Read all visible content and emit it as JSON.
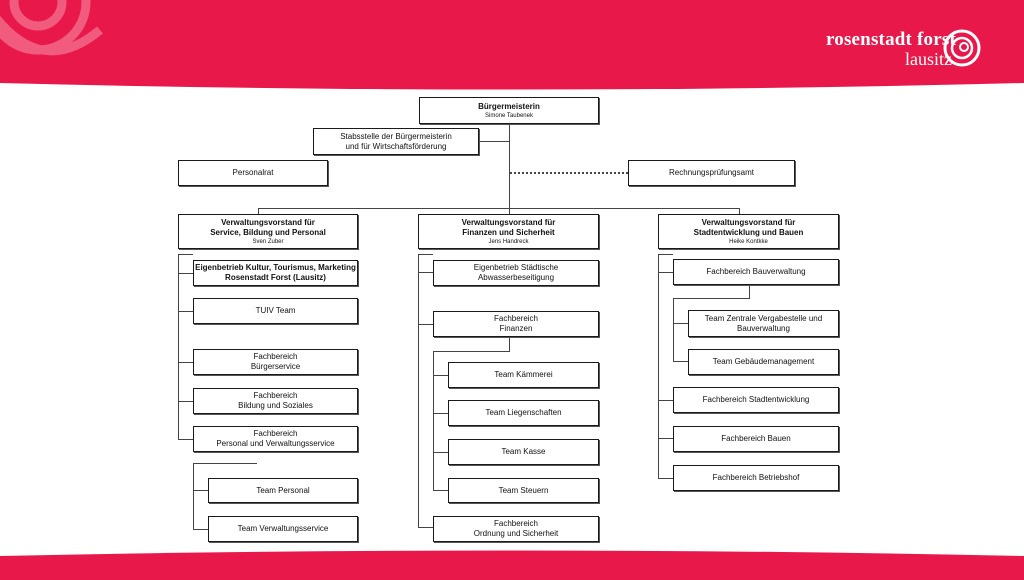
{
  "colors": {
    "brand": "#e8194a",
    "rose_decor": "#f05a7a"
  },
  "logo": {
    "line1": "rosenstadt forst",
    "line2": "lausitz"
  },
  "org": {
    "mayor": {
      "title": "Bürgermeisterin",
      "name": "Simone Taubenek"
    },
    "staff": {
      "line1": "Stabsstelle der Bürgermeisterin",
      "line2": "und für Wirtschaftsförderung"
    },
    "council": "Personalrat",
    "audit": "Rechnungsprüfungsamt",
    "col1": {
      "head1": "Verwaltungsvorstand für",
      "head2": "Service, Bildung und Personal",
      "name": "Sven Zuber",
      "b1": {
        "line1": "Eigenbetrieb Kultur, Tourismus, Marketing",
        "line2": "Rosenstadt Forst (Lausitz)"
      },
      "b2": "TUIV Team",
      "b3": {
        "line1": "Fachbereich",
        "line2": "Bürgerservice"
      },
      "b4": {
        "line1": "Fachbereich",
        "line2": "Bildung und Soziales"
      },
      "b5": {
        "line1": "Fachbereich",
        "line2": "Personal und Verwaltungsservice"
      },
      "s1": "Team Personal",
      "s2": "Team Verwaltungsservice"
    },
    "col2": {
      "head1": "Verwaltungsvorstand für",
      "head2": "Finanzen und Sicherheit",
      "name": "Jens Handreck",
      "b1": {
        "line1": "Eigenbetrieb Städtische",
        "line2": "Abwasserbeseitigung"
      },
      "b2": {
        "line1": "Fachbereich",
        "line2": "Finanzen"
      },
      "s1": "Team Kämmerei",
      "s2": "Team Liegenschaften",
      "s3": "Team Kasse",
      "s4": "Team Steuern",
      "b3": {
        "line1": "Fachbereich",
        "line2": "Ordnung und Sicherheit"
      }
    },
    "col3": {
      "head1": "Verwaltungsvorstand für",
      "head2": "Stadtentwicklung und Bauen",
      "name": "Heike Kontkke",
      "b1": "Fachbereich Bauverwaltung",
      "s1": {
        "line1": "Team Zentrale Vergabestelle und",
        "line2": "Bauverwaltung"
      },
      "s2": "Team Gebäudemanagement",
      "b2": "Fachbereich Stadtentwicklung",
      "b3": "Fachbereich Bauen",
      "b4": "Fachbereich Betriebshof"
    }
  }
}
